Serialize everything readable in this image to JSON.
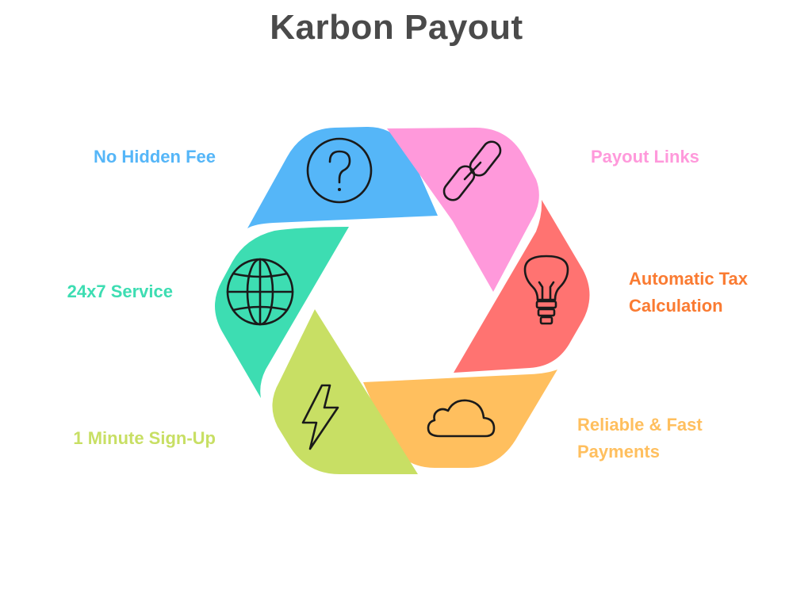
{
  "title": "Karbon Payout",
  "segments": [
    {
      "label_lines": [
        "No Hidden Fee"
      ],
      "color": "#55B6F8",
      "icon": "question-icon"
    },
    {
      "label_lines": [
        "Payout Links"
      ],
      "color": "#FF99DB",
      "icon": "chain-link-icon"
    },
    {
      "label_lines": [
        "Automatic Tax",
        "Calculation"
      ],
      "color": "#FF7371",
      "label_color": "#FA7B32",
      "icon": "lightbulb-icon"
    },
    {
      "label_lines": [
        "Reliable & Fast",
        "Payments"
      ],
      "color": "#FFBF5E",
      "icon": "cloud-icon"
    },
    {
      "label_lines": [
        "1 Minute Sign-Up"
      ],
      "color": "#C8DF64",
      "icon": "lightning-icon"
    },
    {
      "label_lines": [
        "24x7 Service"
      ],
      "color": "#3DDDB2",
      "icon": "globe-icon"
    }
  ]
}
